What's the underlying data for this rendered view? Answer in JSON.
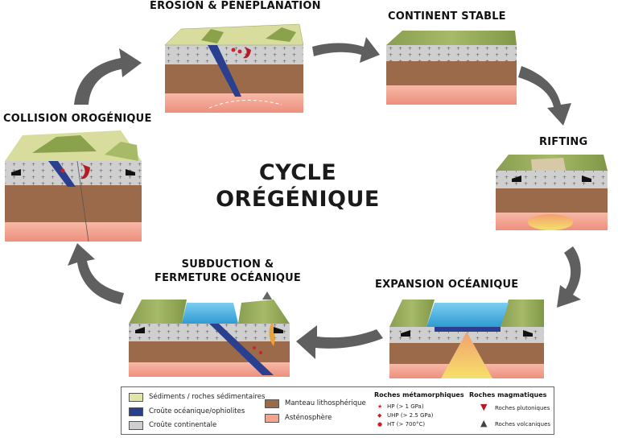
{
  "title": {
    "line1": "CYCLE",
    "line2": "ORÉGÉNIQUE"
  },
  "stages": {
    "erosion": "ÉROSION & PÉNÉPLANATION",
    "stable": "CONTINENT STABLE",
    "rifting": "RIFTING",
    "expansion": "EXPANSION OCÉANIQUE",
    "subduction_line1": "SUBDUCTION &",
    "subduction_line2": "FERMETURE OCÉANIQUE",
    "collision": "COLLISION OROGÉNIQUE"
  },
  "legend": {
    "sediments": "Sédiments / roches sédimentaires",
    "oceanic_crust": "Croûte océanique/ophiolites",
    "continental_crust": "Croûte continentale",
    "mantle": "Manteau lithosphérique",
    "asthenosphere": "Asténosphère",
    "metamorphic_header": "Roches métamorphiques",
    "hp": "HP (> 1 GPa)",
    "uhp": "UHP (> 2.5 GPa)",
    "ht": "HT (> 700°C)",
    "magmatic_header": "Roches magmatiques",
    "plutonic": "Roches plutoniques",
    "volcanic": "Roches volcaniques"
  },
  "colors": {
    "sediments": "#dfe6a8",
    "oceanic_crust": "#2a3f8f",
    "continental_crust": "#cfcfcf",
    "mantle": "#9a6a4a",
    "asthenosphere": "#f2a58c",
    "ocean": "#4fb0df",
    "vegetation": "#8aa24c",
    "arrow": "#5f5f5f",
    "metamorphic": "#d0202a",
    "magma": "#e8a33a"
  }
}
